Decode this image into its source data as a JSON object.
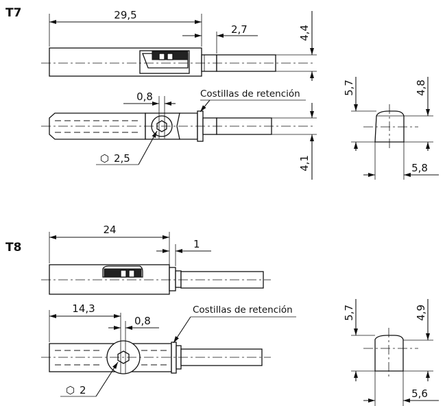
{
  "t7": {
    "model": "T7",
    "dim_length": "29,5",
    "dim_gap": "2,7",
    "dim_side_height": "4,4",
    "dim_screw_offset": "0,8",
    "ribs_label": "Costillas de retención",
    "hex_key": "2,5",
    "dim_lower_height": "4,1",
    "cross_height": "5,7",
    "cross_inner_height": "4,8",
    "cross_width": "5,8"
  },
  "t8": {
    "model": "T8",
    "dim_length": "24",
    "dim_gap": "1",
    "dim_screw_pos": "14,3",
    "dim_screw_offset": "0,8",
    "ribs_label": "Costillas de retención",
    "hex_key": "2",
    "cross_height": "5,7",
    "cross_inner_height": "4,9",
    "cross_width": "5,6"
  },
  "hex_symbol": "⬡"
}
